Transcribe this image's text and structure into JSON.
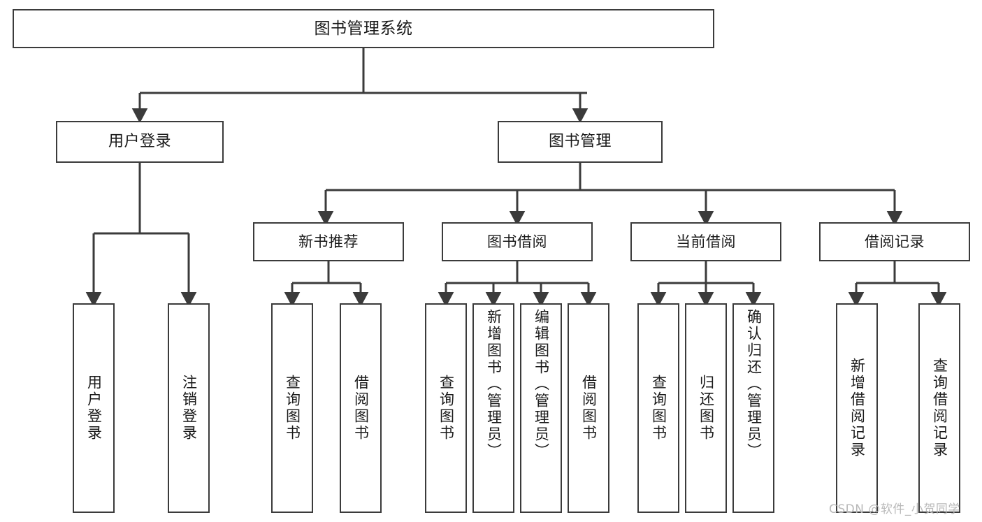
{
  "diagram": {
    "type": "hierarchy-tree",
    "title": "图书管理系统",
    "root": {
      "label": "图书管理系统"
    },
    "level1": [
      {
        "label": "用户登录"
      },
      {
        "label": "图书管理"
      }
    ],
    "level2": [
      {
        "label": "新书推荐"
      },
      {
        "label": "图书借阅"
      },
      {
        "label": "当前借阅"
      },
      {
        "label": "借阅记录"
      }
    ],
    "leaves": {
      "user_login": [
        {
          "label": "用户登录"
        },
        {
          "label": "注销登录"
        }
      ],
      "new_book_recommend": [
        {
          "label": "查询图书"
        },
        {
          "label": "借阅图书"
        }
      ],
      "book_borrow": [
        {
          "label": "查询图书"
        },
        {
          "label": "新增图书（管理员）"
        },
        {
          "label": "编辑图书（管理员）"
        },
        {
          "label": "借阅图书"
        }
      ],
      "current_borrow": [
        {
          "label": "查询图书"
        },
        {
          "label": "归还图书"
        },
        {
          "label": "确认归还（管理员）"
        }
      ],
      "borrow_records": [
        {
          "label": "新增借阅记录"
        },
        {
          "label": "查询借阅记录"
        }
      ]
    }
  },
  "watermark": {
    "text": "CSDN @软件_小贺同学"
  },
  "colors": {
    "stroke": "#3b3b3b",
    "fill": "#ffffff",
    "text": "#1a1a1a",
    "watermark": "#b9b9b9"
  }
}
